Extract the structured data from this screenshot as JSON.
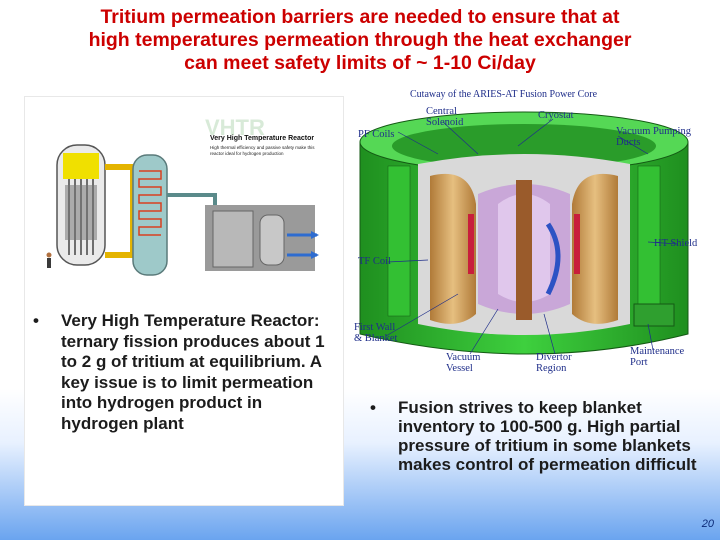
{
  "title": {
    "line1": "Tritium permeation barriers are needed to ensure that at",
    "line2": "high temperatures permeation through the heat exchanger",
    "line3": "can meet safety limits of ~ 1-10 Ci/day"
  },
  "vhtr_figure": {
    "heading": "Very High Temperature Reactor",
    "caption": "High thermal efficiency and passive safety make this reactor ideal for hydrogen production"
  },
  "left_bullet": {
    "bullet": "•",
    "text": "Very High Temperature Reactor: ternary fission produces about 1 to 2 g of tritium at equilibrium. A key issue is to limit permeation into hydrogen product in hydrogen plant"
  },
  "fusion_figure": {
    "title": "Cutaway of the ARIES-AT Fusion Power Core",
    "labels": {
      "central_solenoid": "Central\nSolenoid",
      "cryostat": "Cryostat",
      "pf_coils": "PF Coils",
      "vacuum_pumping_ducts": "Vacuum Pumping\nDucts",
      "ht_shield": "HT Shield",
      "tf_coil": "TF Coil",
      "first_wall_blanket": "First Wall\n& Blanket",
      "vacuum_vessel": "Vacuum\nVessel",
      "divertor_region": "Divertor\nRegion",
      "maintenance_port": "Maintenance\nPort"
    }
  },
  "right_bullet": {
    "bullet": "•",
    "text": "Fusion strives to keep blanket inventory to 100-500 g. High partial pressure of tritium in some blankets makes control of permeation difficult"
  },
  "page_number": "20",
  "colors": {
    "title": "#cc0000",
    "label": "#1f2e8a",
    "green_shell": "#2fb52f",
    "tan_coil": "#d2a35a",
    "page_bg_bottom": "#6aa4ef"
  }
}
